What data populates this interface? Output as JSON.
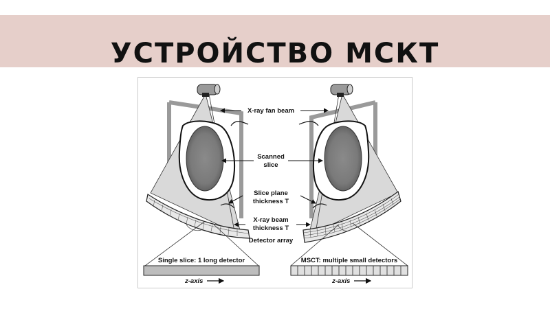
{
  "slide": {
    "title": "УСТРОЙСТВО МСКТ"
  },
  "figure": {
    "labels": {
      "fan_beam": "X-ray fan beam",
      "scanned_slice_1": "Scanned",
      "scanned_slice_2": "slice",
      "slice_plane_1": "Slice plane",
      "slice_plane_2": "thickness T",
      "beam_thickness_1": "X-ray beam",
      "beam_thickness_2": "thickness T",
      "detector_array": "Detector array",
      "single_slice": "Single slice: 1 long detector",
      "msct": "MSCT: multiple small detectors",
      "z_axis_left": "z-axis",
      "z_axis_right": "z-axis"
    }
  }
}
